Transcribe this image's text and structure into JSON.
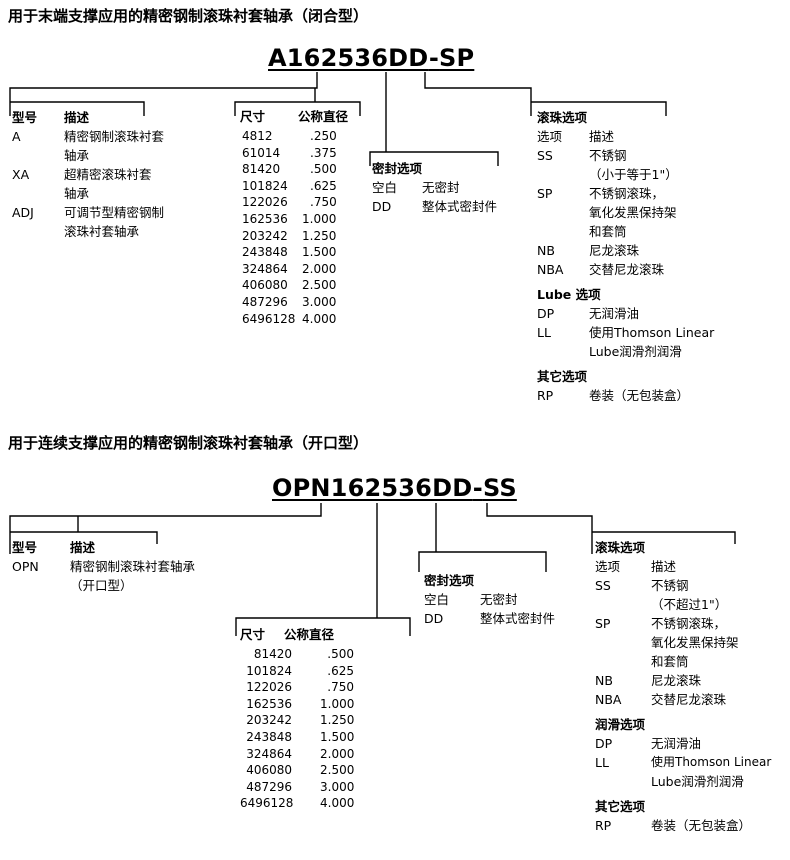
{
  "s1": {
    "title": "用于末端支撑应用的精密钢制滚珠衬套轴承（闭合型）",
    "pn": {
      "a": "A162536DD",
      "dash": "-",
      "b": "SP"
    },
    "type": {
      "col1": "型号",
      "col2": "描述",
      "rows": [
        {
          "code": "A",
          "desc": "精密钢制滚珠衬套"
        },
        {
          "code": "",
          "desc": "轴承"
        },
        {
          "code": "XA",
          "desc": "超精密滚珠衬套"
        },
        {
          "code": "",
          "desc": "轴承"
        },
        {
          "code": "ADJ",
          "desc": "可调节型精密钢制"
        },
        {
          "code": "",
          "desc": "滚珠衬套轴承"
        }
      ]
    },
    "size": {
      "col1": "尺寸",
      "col2": "公称直径",
      "rows": [
        [
          "4812",
          ".250"
        ],
        [
          "61014",
          ".375"
        ],
        [
          "81420",
          ".500"
        ],
        [
          "101824",
          ".625"
        ],
        [
          "122026",
          ".750"
        ],
        [
          "162536",
          "1.000"
        ],
        [
          "203242",
          "1.250"
        ],
        [
          "243848",
          "1.500"
        ],
        [
          "324864",
          "2.000"
        ],
        [
          "406080",
          "2.500"
        ],
        [
          "487296",
          "3.000"
        ],
        [
          "6496128",
          "4.000"
        ]
      ]
    },
    "seal": {
      "header": "密封选项",
      "rows": [
        [
          "空白",
          "无密封"
        ],
        [
          "DD",
          "整体式密封件"
        ]
      ]
    },
    "ball": {
      "header": "滚珠选项",
      "col1": "选项",
      "col2": "描述",
      "rows": [
        [
          "SS",
          "不锈钢"
        ],
        [
          "",
          "（小于等于1\"）"
        ],
        [
          "SP",
          "不锈钢滚珠，"
        ],
        [
          "",
          "氧化发黑保持架"
        ],
        [
          "",
          "和套筒"
        ],
        [
          "NB",
          "尼龙滚珠"
        ],
        [
          "NBA",
          "交替尼龙滚珠"
        ]
      ]
    },
    "lube": {
      "header": "Lube 选项",
      "rows": [
        [
          "DP",
          "无润滑油"
        ],
        [
          "LL",
          "使用Thomson Linear"
        ],
        [
          "",
          "Lube润滑剂润滑"
        ]
      ]
    },
    "other": {
      "header": "其它选项",
      "rows": [
        [
          "RP",
          "卷装（无包装盒）"
        ]
      ]
    }
  },
  "s2": {
    "title": "用于连续支撑应用的精密钢制滚珠衬套轴承（开口型）",
    "pn": {
      "a": "OPN162536DD",
      "dash": "-",
      "b": "SS"
    },
    "type": {
      "col1": "型号",
      "col2": "描述",
      "rows": [
        {
          "code": "OPN",
          "desc": "精密钢制滚珠衬套轴承"
        },
        {
          "code": "",
          "desc": "（开口型）"
        }
      ]
    },
    "size": {
      "col1": "尺寸",
      "col2": "公称直径",
      "rows": [
        [
          "81420",
          ".500"
        ],
        [
          "101824",
          ".625"
        ],
        [
          "122026",
          ".750"
        ],
        [
          "162536",
          "1.000"
        ],
        [
          "203242",
          "1.250"
        ],
        [
          "243848",
          "1.500"
        ],
        [
          "324864",
          "2.000"
        ],
        [
          "406080",
          "2.500"
        ],
        [
          "487296",
          "3.000"
        ],
        [
          "6496128",
          "4.000"
        ]
      ]
    },
    "seal": {
      "header": "密封选项",
      "rows": [
        [
          "空白",
          "无密封"
        ],
        [
          "DD",
          "整体式密封件"
        ]
      ]
    },
    "ball": {
      "header": "滚珠选项",
      "col1": "选项",
      "col2": "描述",
      "rows": [
        [
          "SS",
          "不锈钢"
        ],
        [
          "",
          "（不超过1\"）"
        ],
        [
          "SP",
          "不锈钢滚珠，"
        ],
        [
          "",
          "氧化发黑保持架"
        ],
        [
          "",
          "和套筒"
        ],
        [
          "NB",
          "尼龙滚珠"
        ],
        [
          "NBA",
          "交替尼龙滚珠"
        ]
      ]
    },
    "lube": {
      "header": "润滑选项",
      "rows": [
        [
          "DP",
          "无润滑油"
        ],
        [
          "LL",
          "使用Thomson Linear"
        ],
        [
          "",
          "Lube润滑剂润滑"
        ]
      ]
    },
    "other": {
      "header": "其它选项",
      "rows": [
        [
          "RP",
          "卷装（无包装盒）"
        ]
      ]
    }
  }
}
